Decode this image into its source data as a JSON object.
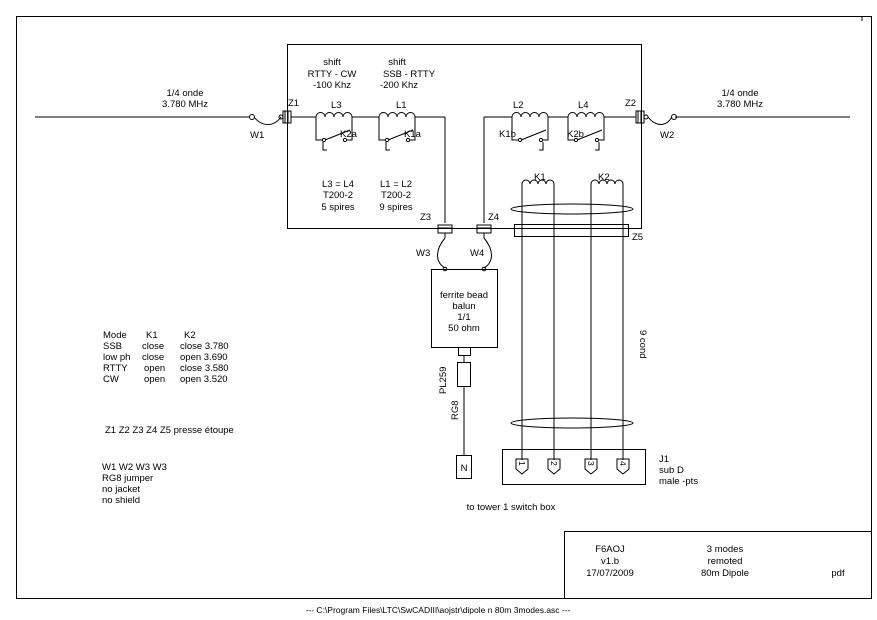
{
  "quarter_wave_left": {
    "line1": "1/4 onde",
    "line2": "3.780 MHz"
  },
  "quarter_wave_right": {
    "line1": "1/4 onde",
    "line2": "3.780 MHz"
  },
  "shift_cw": {
    "line1": "shift",
    "line2": "RTTY - CW",
    "line3": "-100 Khz"
  },
  "shift_ssb": {
    "line1": "shift",
    "line2": "SSB - RTTY",
    "line3": "-200 Khz"
  },
  "components": {
    "Z1": "Z1",
    "Z2": "Z2",
    "Z3": "Z3",
    "Z4": "Z4",
    "Z5": "Z5",
    "W1": "W1",
    "W2": "W2",
    "W3": "W3",
    "W4": "W4",
    "L1": "L1",
    "L2": "L2",
    "L3": "L3",
    "L4": "L4",
    "K1": "K1",
    "K2": "K2",
    "K1a": "K1a",
    "K1b": "K1b",
    "K2a": "K2a",
    "K2b": "K2b",
    "PL259": "PL259",
    "RG8": "RG8",
    "N": "N",
    "J1": "J1"
  },
  "coil_specs_left": {
    "line1": "L3 = L4",
    "line2": "T200-2",
    "line3": "5 spires"
  },
  "coil_specs_right": {
    "line1": "L1 = L2",
    "line2": "T200-2",
    "line3": "9 spires"
  },
  "balun": {
    "line1": "ferrite bead",
    "line2": "balun",
    "line3": "1/1",
    "line4": "50 ohm"
  },
  "cable_label": "9 cond",
  "connector": {
    "pins": [
      "1",
      "2",
      "3",
      "4"
    ],
    "line2": "sub D",
    "line3": "male -pts"
  },
  "tower_label": "to tower 1 switch box",
  "mode_table": {
    "headers": [
      "Mode",
      "K1",
      "K2"
    ],
    "rows": [
      {
        "mode": "SSB",
        "k1": "close",
        "k2": "close 3.780"
      },
      {
        "mode": "low ph",
        "k1": "close",
        "k2": "open  3.690"
      },
      {
        "mode": "RTTY",
        "k1": "open",
        "k2": "close  3.580"
      },
      {
        "mode": "CW",
        "k1": "open",
        "k2": "open  3.520"
      }
    ]
  },
  "note_z": "Z1  Z2  Z3  Z4  Z5 presse étoupe",
  "note_w": {
    "line1": "W1  W2  W3  W3",
    "line2": "RG8 jumper",
    "line3": "no jacket",
    "line4": "no shield"
  },
  "title_block": {
    "author": "F6AOJ",
    "version": "v1.b",
    "date": "17/07/2009",
    "desc1": "3 modes",
    "desc2": "remoted",
    "desc3": "80m Dipole",
    "format": "pdf"
  },
  "footer_path": "--- C:\\Program Files\\LTC\\SwCADIII\\aojstr\\dipole n 80m 3modes.asc ---"
}
